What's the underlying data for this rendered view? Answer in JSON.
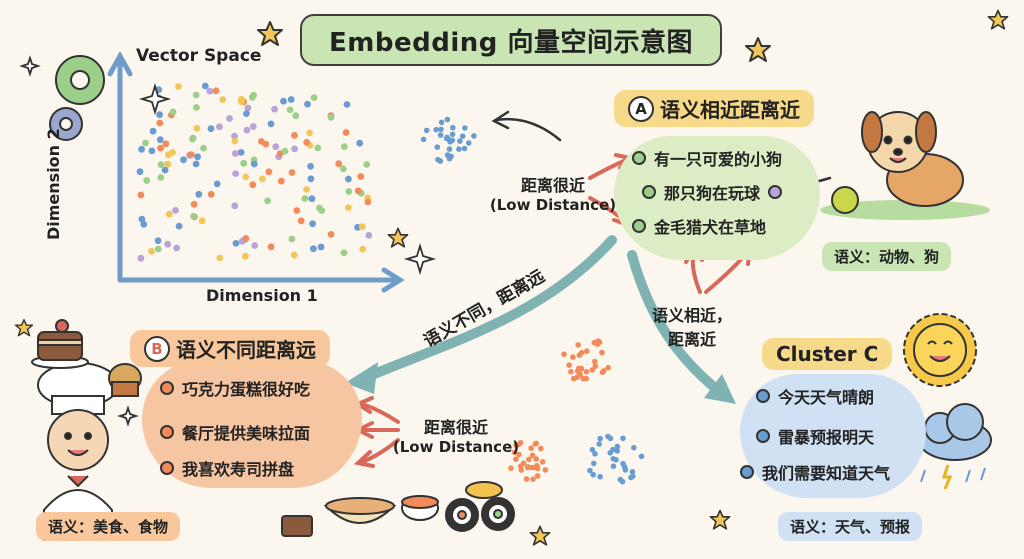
{
  "title": "Embedding 向量空间示意图",
  "plot": {
    "y_axis_title": "Vector Space",
    "y_axis_label": "Dimension 2",
    "x_axis_label": "Dimension 1"
  },
  "cluster_a": {
    "badge": "A",
    "heading": "语义相近距离近",
    "items": [
      "有一只可爱的小狗",
      "那只狗在玩球",
      "金毛猎犬在草地"
    ],
    "distance_label_line1": "距离很近",
    "distance_label_line2": "(Low Distance)",
    "tag": "语义：动物、狗"
  },
  "cluster_b": {
    "badge": "B",
    "heading": "语义不同距离远",
    "items": [
      "巧克力蛋糕很好吃",
      "餐厅提供美味拉面",
      "我喜欢寿司拼盘"
    ],
    "distance_label_line1": "距离很近",
    "distance_label_line2": "(Low Distance)",
    "tag": "语义：美食、食物"
  },
  "cluster_c": {
    "heading": "Cluster C",
    "items": [
      "今天天气晴朗",
      "雷暴预报明天",
      "我们需要知道天气"
    ],
    "tag": "语义：天气、预报"
  },
  "arrows": {
    "a_to_b_line1": "语义不同，",
    "a_to_b_line2": "距离远",
    "a_to_c_line1": "语义相近，",
    "a_to_c_line2": "距离近"
  },
  "colors": {
    "title_bg": "#c9e5b3",
    "cluster_a_bg": "#dcecc4",
    "cluster_a_heading_bg": "#f7d98a",
    "cluster_b_bg": "#f6c6a3",
    "cluster_b_heading_bg": "#f8c89c",
    "cluster_c_bg": "#cfe1f2",
    "cluster_c_heading_bg": "#f7d98a",
    "arrow_teal": "#7fb3b3",
    "arrow_red": "#d9685a"
  }
}
